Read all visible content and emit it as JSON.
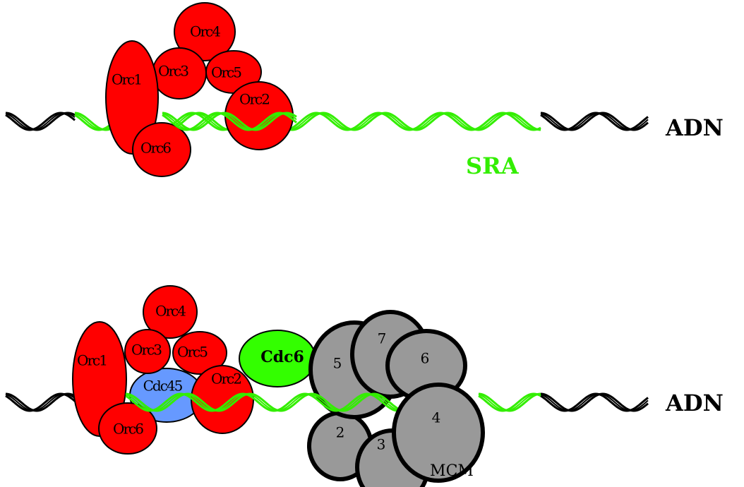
{
  "colors": {
    "orc": "#ff0000",
    "cdc6": "#33ff00",
    "cdc45": "#6699ff",
    "mcm": "#999999",
    "sra": "#33ee00",
    "dna": "#000000"
  },
  "top_panel": {
    "proteins": {
      "orc1": "Orc1",
      "orc2": "Orc2",
      "orc3": "Orc3",
      "orc4": "Orc4",
      "orc5": "Orc5",
      "orc6": "Orc6"
    },
    "dna_label": "ADN",
    "sra_label": "SRA"
  },
  "bottom_panel": {
    "proteins": {
      "orc1": "Orc1",
      "orc2": "Orc2",
      "orc3": "Orc3",
      "orc4": "Orc4",
      "orc5": "Orc5",
      "orc6": "Orc6",
      "cdc45": "Cdc45",
      "cdc6": "Cdc6"
    },
    "mcm_subunits": {
      "m2": "2",
      "m3": "3",
      "m4": "4",
      "m5": "5",
      "m6": "6",
      "m7": "7"
    },
    "mcm_label": "MCM",
    "dna_label": "ADN"
  }
}
